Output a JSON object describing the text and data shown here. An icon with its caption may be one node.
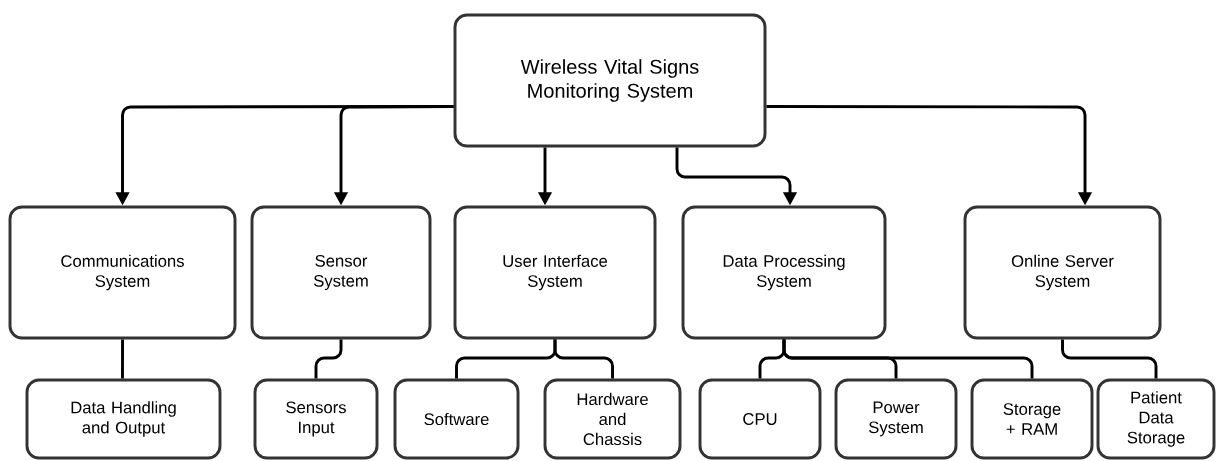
{
  "diagram": {
    "nodes": [
      {
        "text": [
          "Wireless Vital Signs Monitoring System"
        ]
      },
      {
        "text": [
          "Communications System"
        ]
      },
      {
        "text": [
          "Sensor System"
        ]
      },
      {
        "text": [
          "User Interface System"
        ]
      },
      {
        "text": [
          "Data Processing System"
        ]
      },
      {
        "text": [
          "Online Server System"
        ]
      },
      {
        "text": [
          "Data Handling and Output"
        ]
      },
      {
        "text": [
          "Sensors Input"
        ]
      },
      {
        "text": [
          "Software"
        ]
      },
      {
        "text": [
          "Hardware and Chassis"
        ]
      },
      {
        "text": [
          "CPU"
        ]
      },
      {
        "text": [
          "Power System"
        ]
      },
      {
        "text": [
          "Storage + RAM"
        ]
      },
      {
        "text": [
          "Patient Data Storage"
        ]
      }
    ],
    "edges": [
      {
        "from": 0,
        "to": 1,
        "arrow": "to"
      },
      {
        "from": 0,
        "to": 2,
        "arrow": "to"
      },
      {
        "from": 0,
        "to": 3,
        "arrow": "to"
      },
      {
        "from": 0,
        "to": 4,
        "arrow": "to"
      },
      {
        "from": 0,
        "to": 5,
        "arrow": "to"
      },
      {
        "from": 1,
        "to": 6,
        "arrow": "none"
      },
      {
        "from": 2,
        "to": 7,
        "arrow": "none"
      },
      {
        "from": 3,
        "to": 8,
        "arrow": "none"
      },
      {
        "from": 3,
        "to": 9,
        "arrow": "none"
      },
      {
        "from": 4,
        "to": 10,
        "arrow": "none"
      },
      {
        "from": 4,
        "to": 11,
        "arrow": "none"
      },
      {
        "from": 4,
        "to": 12,
        "arrow": "none"
      },
      {
        "from": 5,
        "to": 13,
        "arrow": "none"
      }
    ]
  }
}
